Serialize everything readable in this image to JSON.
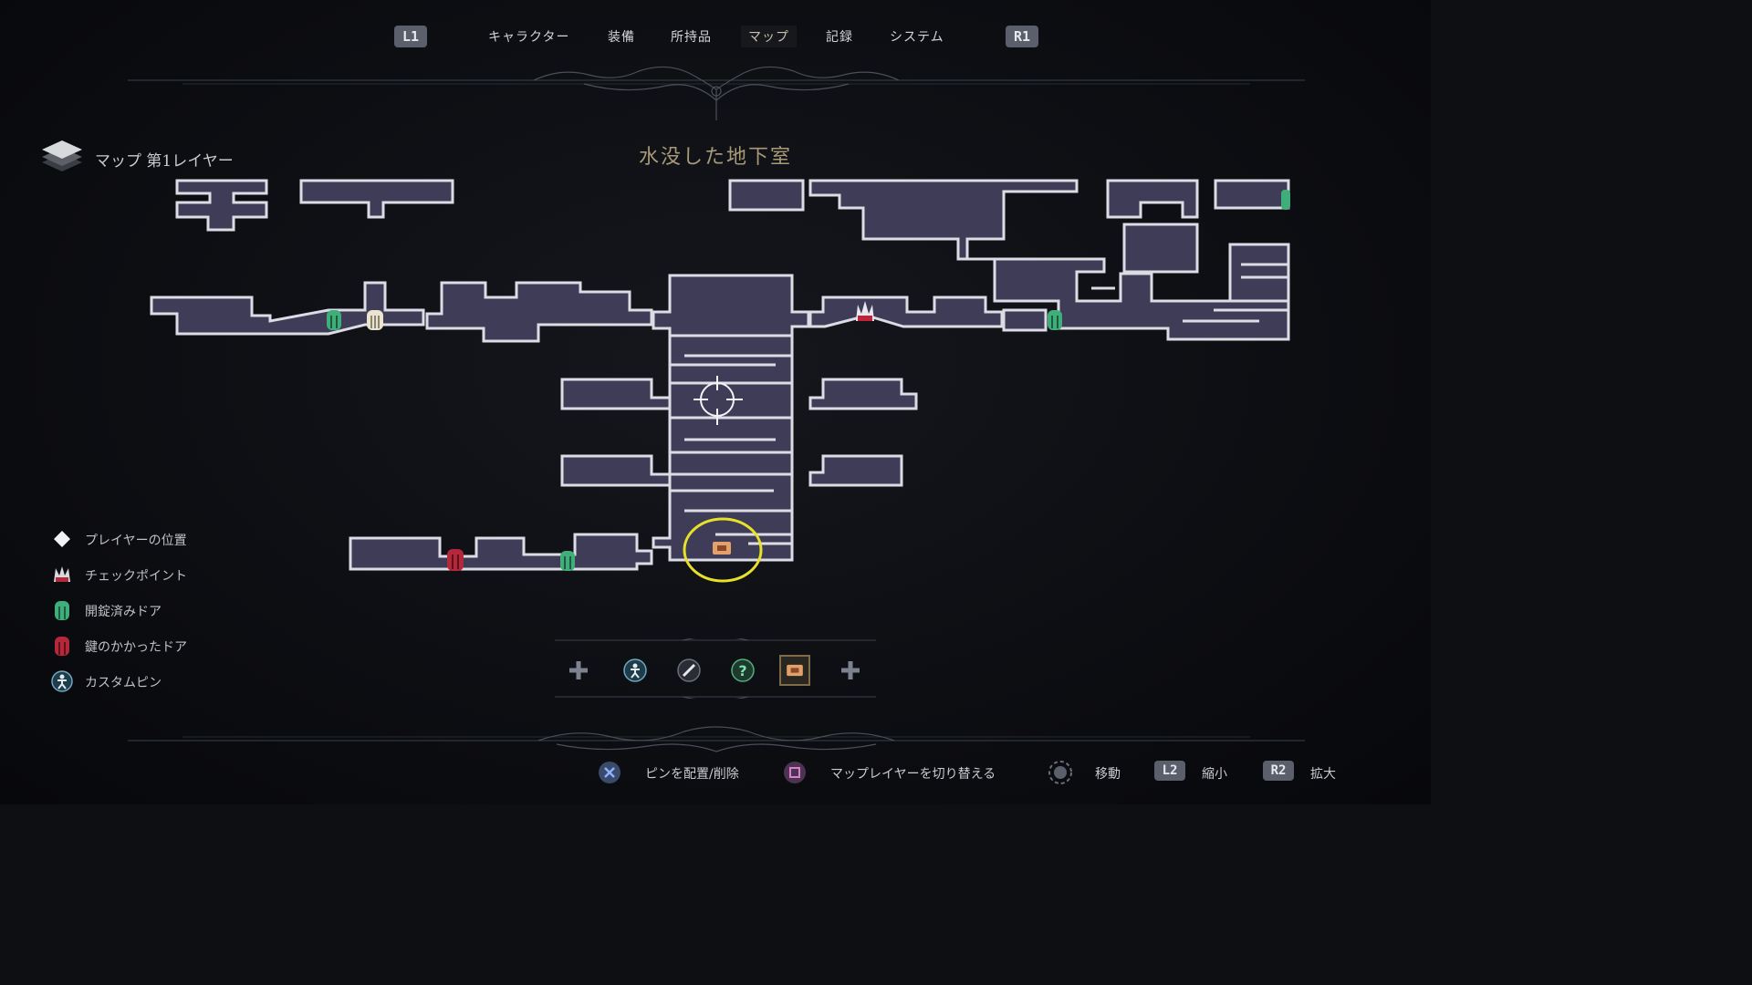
{
  "nav": {
    "left_shoulder": "L1",
    "right_shoulder": "R1",
    "tabs": [
      "キャラクター",
      "装備",
      "所持品",
      "マップ",
      "記録",
      "システム"
    ],
    "active_tab": "マップ"
  },
  "map": {
    "layer_label": "マップ 第1レイヤー",
    "area_title": "水没した地下室"
  },
  "legend": [
    {
      "icon": "player-position-icon",
      "label": "プレイヤーの位置"
    },
    {
      "icon": "checkpoint-icon",
      "label": "チェックポイント"
    },
    {
      "icon": "unlocked-door-icon",
      "label": "開錠済みドア"
    },
    {
      "icon": "locked-door-icon",
      "label": "鍵のかかったドア"
    },
    {
      "icon": "custom-pin-icon",
      "label": "カスタムピン"
    }
  ],
  "pin_selector": {
    "pins": [
      "pin-cross-icon",
      "pin-person-icon",
      "pin-sword-icon",
      "pin-question-icon",
      "pin-chest-icon",
      "pin-cross-icon"
    ],
    "selected": "pin-chest-icon"
  },
  "hints": [
    {
      "button": "cross-button-icon",
      "label": "ピンを配置/削除"
    },
    {
      "button": "square-button-icon",
      "label": "マップレイヤーを切り替える"
    },
    {
      "button": "left-stick-icon",
      "label": "移動"
    },
    {
      "button_text": "L2",
      "label": "縮小"
    },
    {
      "button_text": "R2",
      "label": "拡大"
    }
  ],
  "colors": {
    "room_fill": "#3f3c57",
    "room_border": "#dcdce4",
    "unlocked_door": "#3fae7a",
    "locked_door": "#b3283a",
    "highlight_circle": "#e7e12a",
    "title_gold": "#a89a78"
  }
}
